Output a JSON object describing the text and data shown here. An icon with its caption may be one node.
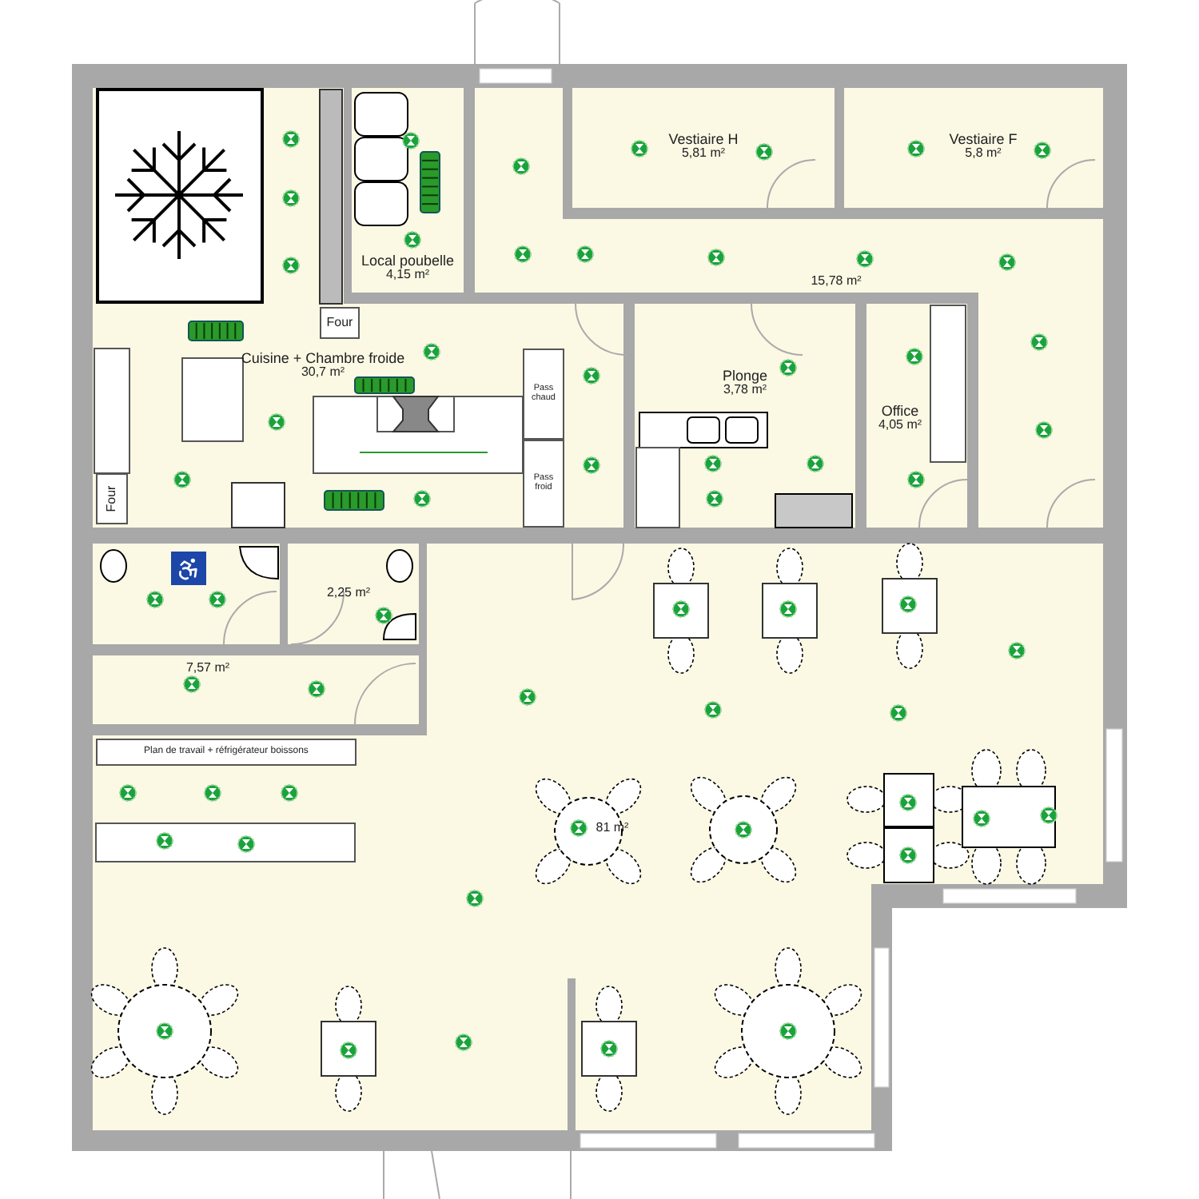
{
  "diagram": {
    "nodes": [
      {
        "text": [
          "Cuisine + Chambre froide",
          "30,7 m²"
        ]
      },
      {
        "text": [
          "Four"
        ],
        "in": 0
      },
      {
        "text": [
          "Pass chaud"
        ],
        "in": 0
      },
      {
        "text": [
          "Pass froid"
        ],
        "in": 0
      },
      {
        "text": [
          "Four"
        ],
        "in": 0
      },
      {
        "text": [
          "Local poubelle",
          "4,15 m²"
        ]
      },
      {
        "text": [
          "Vestiaire H",
          "5,81 m²"
        ]
      },
      {
        "text": [
          "Vestiaire F",
          "5,8 m²"
        ]
      },
      {
        "text": [
          "15,78 m²"
        ]
      },
      {
        "text": [
          "Plonge",
          "3,78 m²"
        ]
      },
      {
        "text": [
          "Office",
          "4,05 m²"
        ]
      },
      {
        "text": [
          "2,25 m²"
        ]
      },
      {
        "text": [
          "7,57 m²"
        ]
      },
      {
        "text": [
          "81 m²"
        ]
      },
      {
        "text": [
          "Plan de travail + réfrigérateur boissons"
        ],
        "in": 13
      }
    ]
  }
}
